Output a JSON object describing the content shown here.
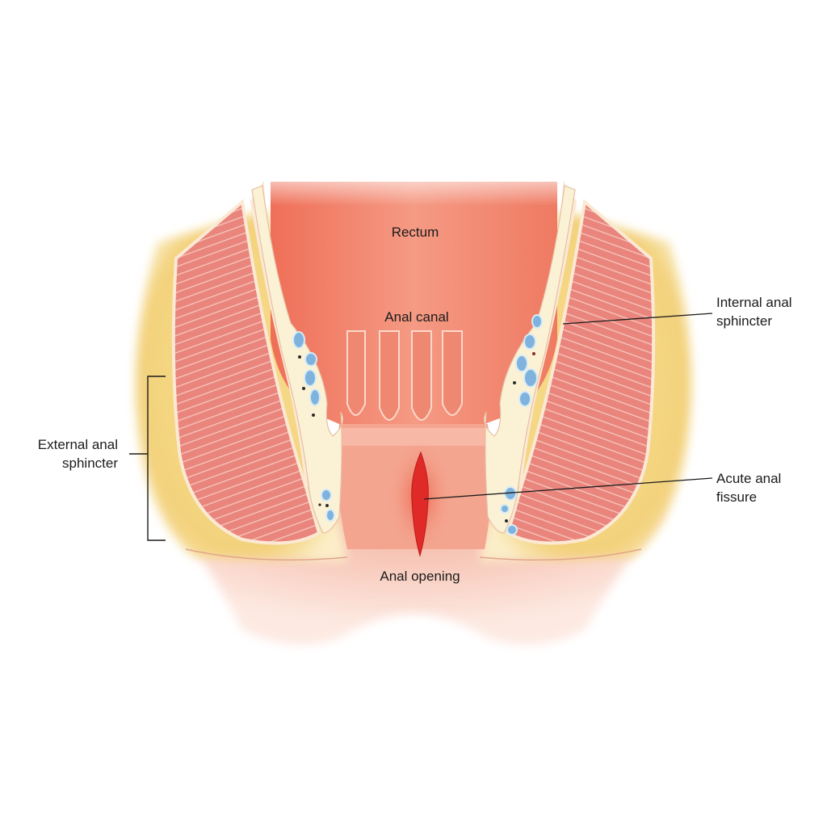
{
  "diagram": {
    "subject": "Cross-section of anal canal showing acute anal fissure",
    "colors": {
      "background": "#ffffff",
      "mucosa": "#f2826a",
      "mucosa_light": "#f7b2a0",
      "muscle": "#e8837c",
      "muscle_stripe": "#f6c3b8",
      "fat": "#f3d98a",
      "connective": "#fbf2d6",
      "vessel": "#6fa8d6",
      "fissure": "#e02a28",
      "leader_line": "#1b1b1b"
    },
    "labels": {
      "rectum": "Rectum",
      "anal_canal": "Anal canal",
      "internal_sphincter_line1": "Internal anal",
      "internal_sphincter_line2": "sphincter",
      "external_sphincter_line1": "External anal",
      "external_sphincter_line2": "sphincter",
      "acute_fissure_line1": "Acute anal",
      "acute_fissure_line2": "fissure",
      "anal_opening": "Anal opening"
    }
  }
}
